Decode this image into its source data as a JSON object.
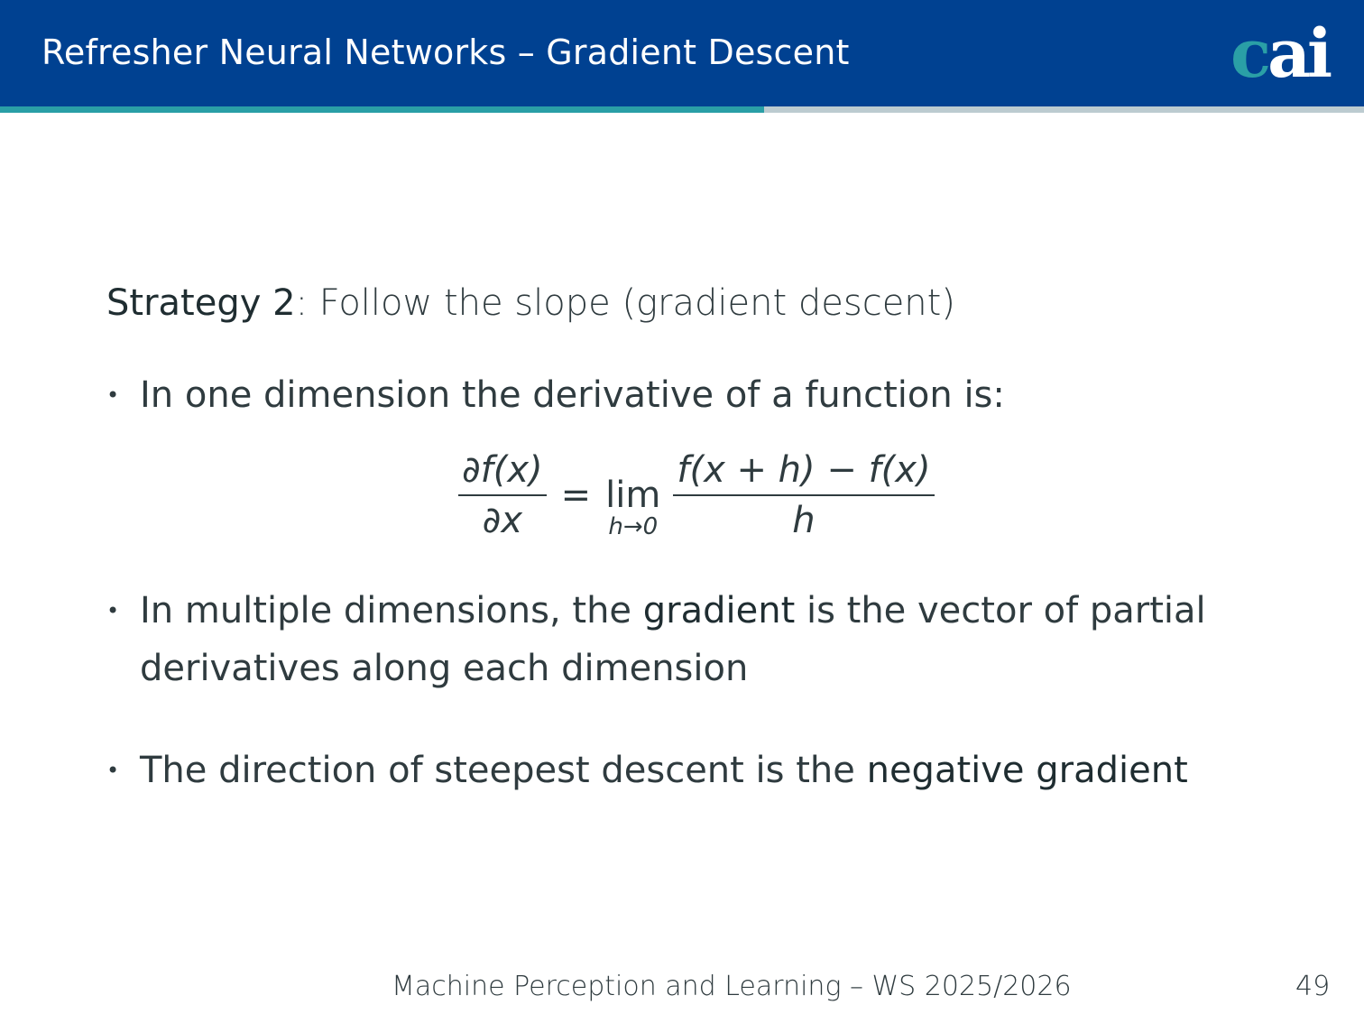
{
  "header": {
    "title": "Refresher Neural Networks – Gradient Descent",
    "logo_c": "c",
    "logo_ai": "ai",
    "progress_percent": 56,
    "accent": "#2a9fa6",
    "bg": "#004191"
  },
  "content": {
    "strategy_label": "Strategy 2",
    "strategy_text": ": Follow the slope (gradient descent)",
    "bullets": [
      {
        "text": "In one dimension the derivative of a function is:"
      },
      {
        "pre": "In multiple dimensions, the ",
        "bold": "gradient",
        "post": " is the vector of partial derivatives along each dimension"
      },
      {
        "pre": "The direction of steepest descent is the ",
        "bold": "negative gradient"
      }
    ],
    "bullet_glyph": "•",
    "formula": {
      "lhs_num": "∂f(x)",
      "lhs_den": "∂x",
      "eq": "=",
      "lim": "lim",
      "lim_sub": "h→0",
      "rhs_num": "f(x + h) − f(x)",
      "rhs_den": "h"
    }
  },
  "footer": {
    "text": "Machine Perception and Learning – WS 2025/2026",
    "page": "49"
  }
}
